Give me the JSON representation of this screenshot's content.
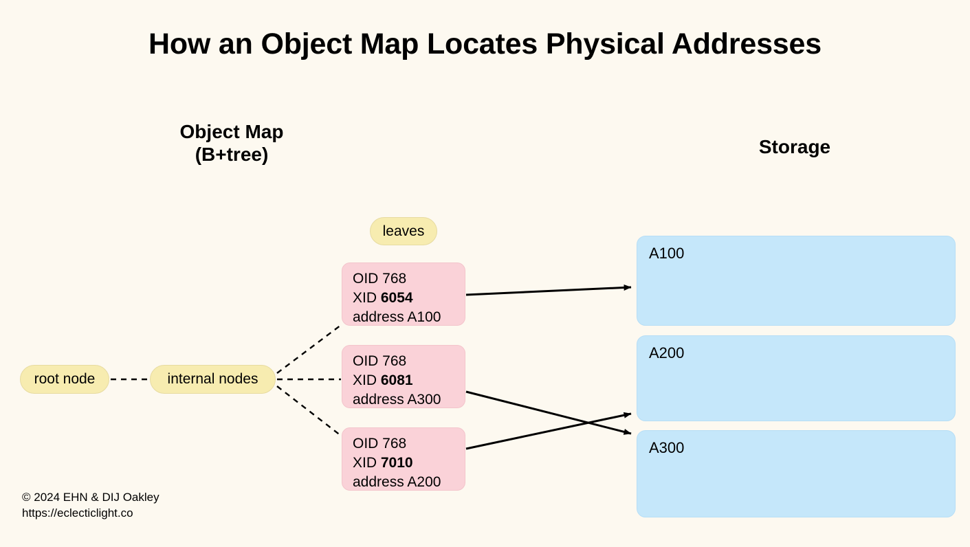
{
  "page": {
    "title": "How an Object Map Locates Physical Addresses",
    "background_color": "#fdf9f0"
  },
  "headings": {
    "object_map_line1": "Object Map",
    "object_map_line2": "(B+tree)",
    "storage": "Storage"
  },
  "tree": {
    "leaves_label": "leaves",
    "root_label": "root node",
    "internal_label": "internal nodes",
    "node_color": "#f7ecb0",
    "leaf_color": "#fad2d8",
    "leaves": [
      {
        "oid": "OID 768",
        "xid_label": "XID",
        "xid_value": "6054",
        "address": "address A100"
      },
      {
        "oid": "OID 768",
        "xid_label": "XID",
        "xid_value": "6081",
        "address": "address A300"
      },
      {
        "oid": "OID 768",
        "xid_label": "XID",
        "xid_value": "7010",
        "address": "address A200"
      }
    ]
  },
  "storage": {
    "block_color": "#c5e7fa",
    "blocks": [
      {
        "label": "A100"
      },
      {
        "label": "A200"
      },
      {
        "label": "A300"
      }
    ]
  },
  "footer": {
    "copyright": "© 2024 EHN & DIJ Oakley",
    "url": "https://eclecticlight.co"
  }
}
